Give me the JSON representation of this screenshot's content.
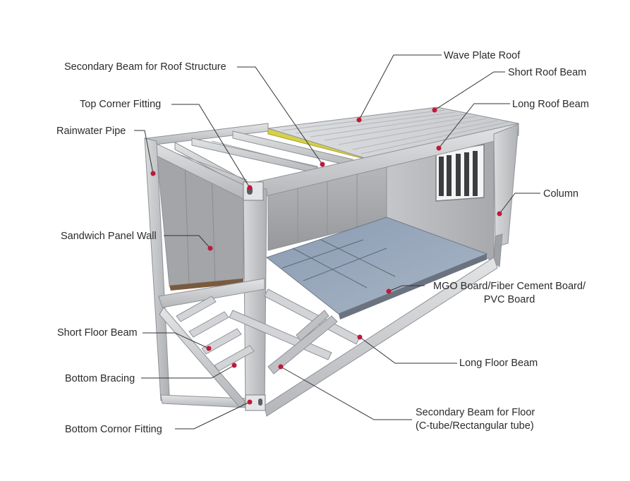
{
  "labels": {
    "secondary_beam_roof": "Secondary Beam for Roof Structure",
    "top_corner_fitting": "Top Corner Fitting",
    "rainwater_pipe": "Rainwater Pipe",
    "sandwich_panel_wall": "Sandwich Panel Wall",
    "short_floor_beam": "Short Floor Beam",
    "bottom_bracing": "Bottom Bracing",
    "bottom_corner_fitting": "Bottom Cornor Fitting",
    "wave_plate_roof": "Wave Plate Roof",
    "short_roof_beam": "Short Roof Beam",
    "long_roof_beam": "Long Roof Beam",
    "column": "Column",
    "mgo_board_line1": "MGO Board/Fiber Cement Board/",
    "mgo_board_line2": "PVC Board",
    "long_floor_beam": "Long Floor Beam",
    "secondary_beam_floor_line1": "Secondary Beam for Floor",
    "secondary_beam_floor_line2": "(C-tube/Rectangular tube)"
  },
  "colors": {
    "frame": "#c9cbce",
    "frame_edge": "#8e9196",
    "wall": "#a8aaad",
    "floor": "#9fb0c4",
    "roof": "#d6d8db",
    "marker": "#c0183a",
    "leader": "#333333",
    "insulation_strip": "#e0d24a"
  }
}
